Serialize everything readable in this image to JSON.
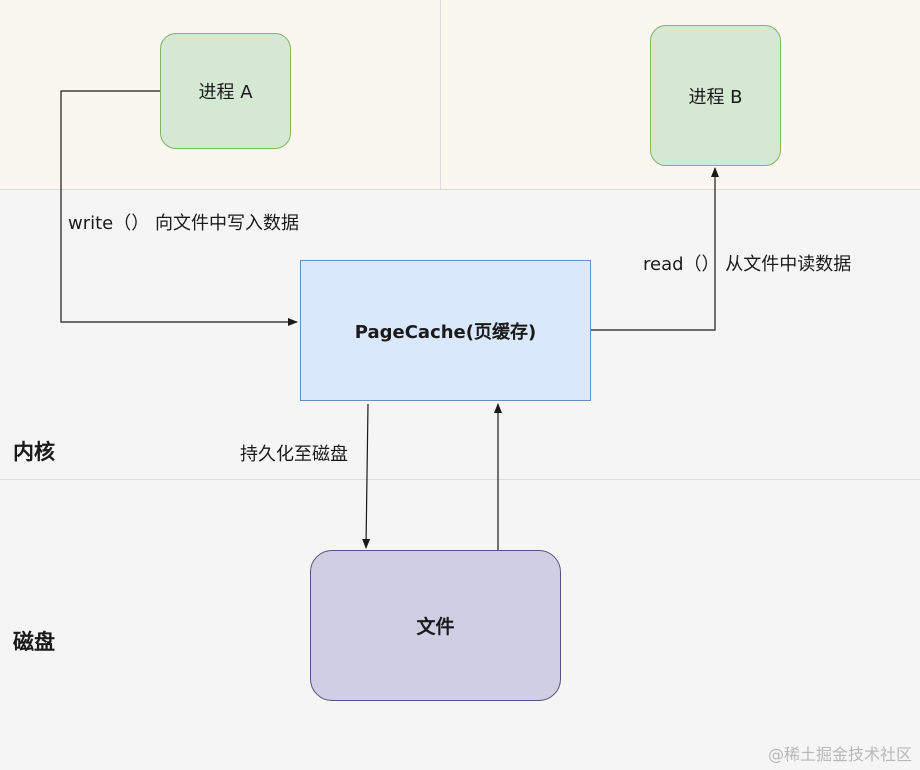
{
  "user_space": {
    "process_a": {
      "label": "进程 A"
    },
    "process_b": {
      "label": "进程 B"
    }
  },
  "kernel": {
    "title": "内核",
    "pagecache_label": "PageCache(页缓存)",
    "write_label": "write（）  向文件中写入数据",
    "read_label": "read（）  从文件中读数据",
    "persist_label": "持久化至磁盘"
  },
  "disk": {
    "title": "磁盘",
    "file_label": "文件"
  },
  "watermark": "@稀土掘金技术社区",
  "colors": {
    "process_fill": "#d5e8d4",
    "process_stroke": "#82b366",
    "pagecache_fill": "#dae8fc",
    "pagecache_stroke": "#6c8ebf",
    "file_fill": "#d0cee2",
    "file_stroke": "#56517e",
    "user_zone_bg": "#faf8ee",
    "kernel_zone_bg": "#f5f5f5"
  }
}
